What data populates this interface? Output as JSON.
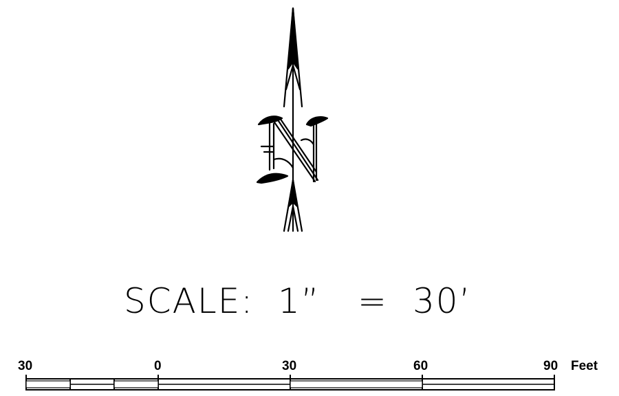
{
  "north_arrow": {
    "letter": "N",
    "icon": "north-arrow-icon"
  },
  "scale": {
    "label": "SCALE:",
    "inches": "1”",
    "equals": "=",
    "feet": "30’"
  },
  "scale_bar": {
    "ticks": [
      "30",
      "0",
      "30",
      "60",
      "90"
    ],
    "unit": "Feet"
  }
}
